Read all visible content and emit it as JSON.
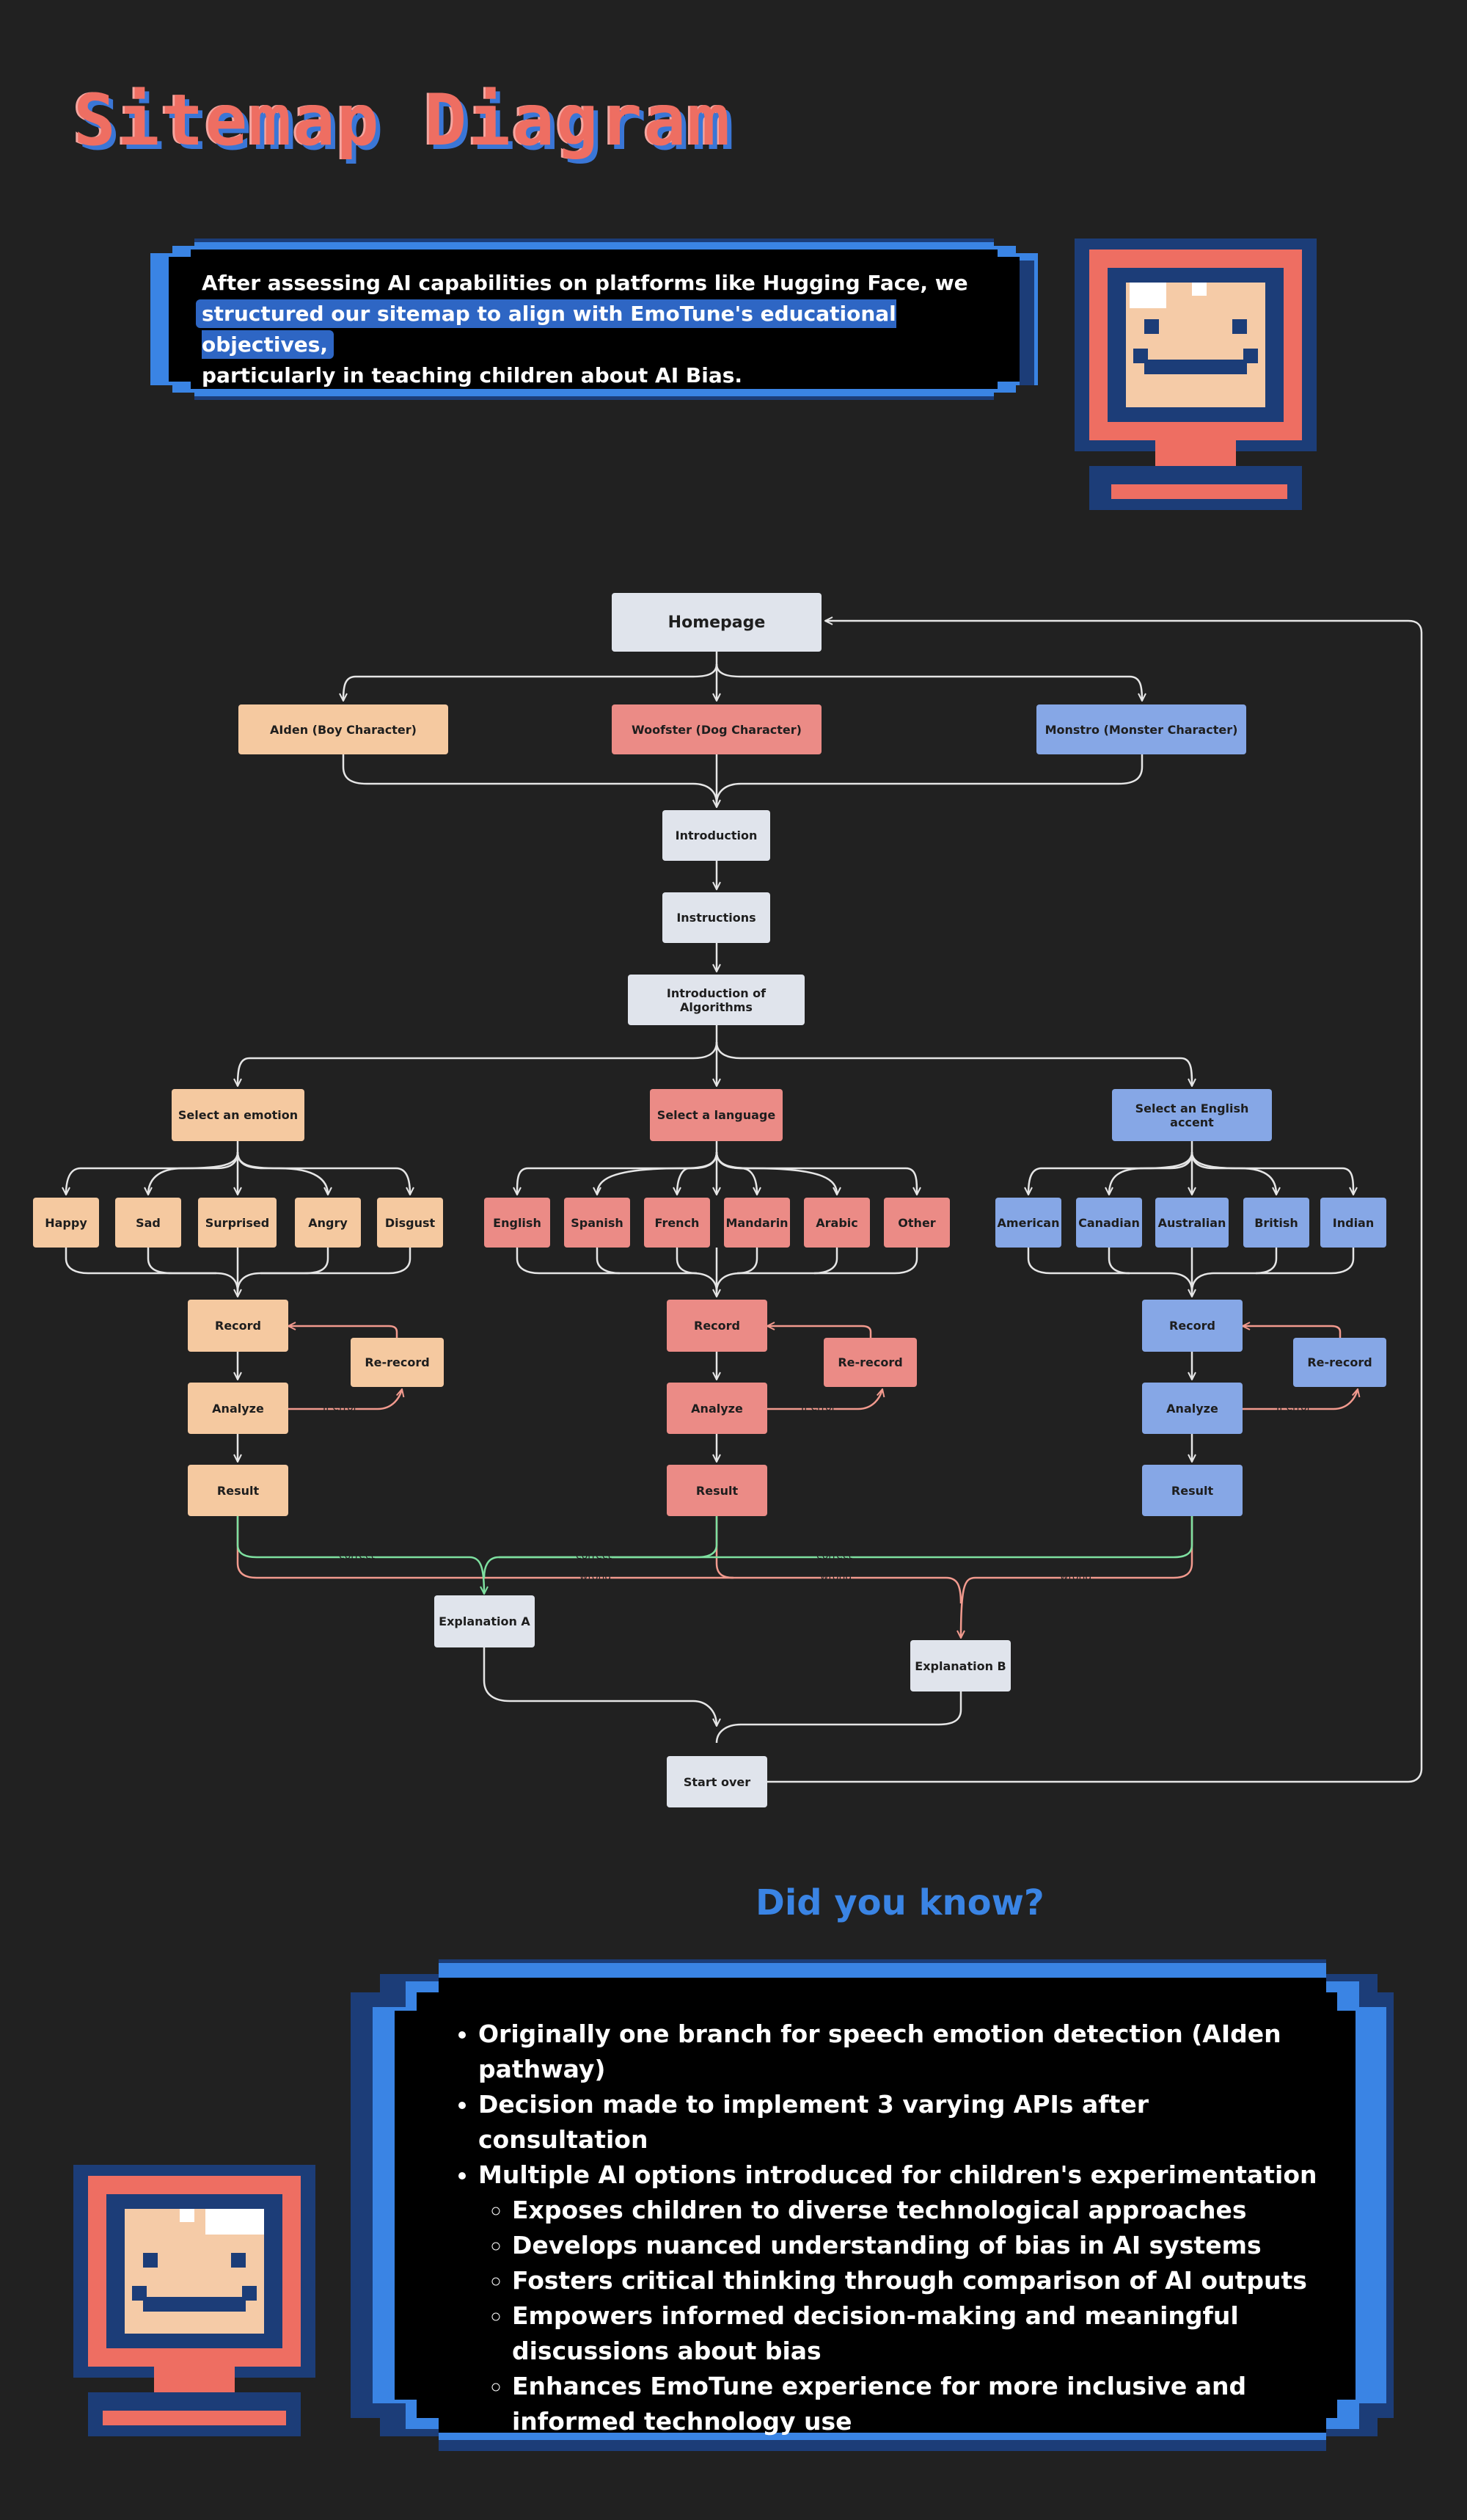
{
  "title": "Sitemap Diagram",
  "intro": {
    "line1": "After assessing AI capabilities on platforms like Hugging Face, we",
    "line2": "structured our sitemap to align with EmoTune's educational objectives,",
    "line3": "particularly in teaching children about AI Bias."
  },
  "sitemap": {
    "homepage": "Homepage",
    "characters": [
      "AIden (Boy Character)",
      "Woofster (Dog Character)",
      "Monstro (Monster Character)"
    ],
    "introduction": "Introduction",
    "instructions": "Instructions",
    "algorithms": "Introduction of Algorithms",
    "branches": [
      {
        "select": "Select an emotion",
        "options": [
          "Happy",
          "Sad",
          "Surprised",
          "Angry",
          "Disgust"
        ],
        "record": "Record",
        "rerecord": "Re-record",
        "analyze": "Analyze",
        "result": "Result",
        "error": "If error"
      },
      {
        "select": "Select a language",
        "options": [
          "English",
          "Spanish",
          "French",
          "Mandarin",
          "Arabic",
          "Other"
        ],
        "record": "Record",
        "rerecord": "Re-record",
        "analyze": "Analyze",
        "result": "Result",
        "error": "If error"
      },
      {
        "select": "Select an English accent",
        "options": [
          "American",
          "Canadian",
          "Australian",
          "British",
          "Indian"
        ],
        "record": "Record",
        "rerecord": "Re-record",
        "analyze": "Analyze",
        "result": "Result",
        "error": "If error"
      }
    ],
    "correct_label": "correct",
    "wrong_label": "wrong",
    "explanation_a": "Explanation A",
    "explanation_b": "Explanation B",
    "start_over": "Start over"
  },
  "did_you_know": {
    "title": "Did you know?",
    "points": [
      "Originally one branch for speech emotion detection (AIden pathway)",
      "Decision made to implement 3 varying APIs after consultation",
      "Multiple AI options introduced for children's experimentation"
    ],
    "subpoints": [
      "Exposes children to diverse technological approaches",
      "Develops nuanced understanding of bias in AI systems",
      "Fosters critical thinking through comparison of AI outputs",
      "Empowers informed decision-making and meaningful discussions about bias",
      "Enhances EmoTune experience for more inclusive and informed technology use"
    ]
  },
  "colors": {
    "background": "#212121",
    "title": "#ee6e62",
    "accent_blue": "#3a84e4",
    "peach": "#f5c9a0",
    "red": "#eb8b86",
    "blue": "#86a7e6",
    "gray": "#e0e4ec",
    "correct_line": "#7ee0a0",
    "wrong_line": "#f29a8e"
  }
}
